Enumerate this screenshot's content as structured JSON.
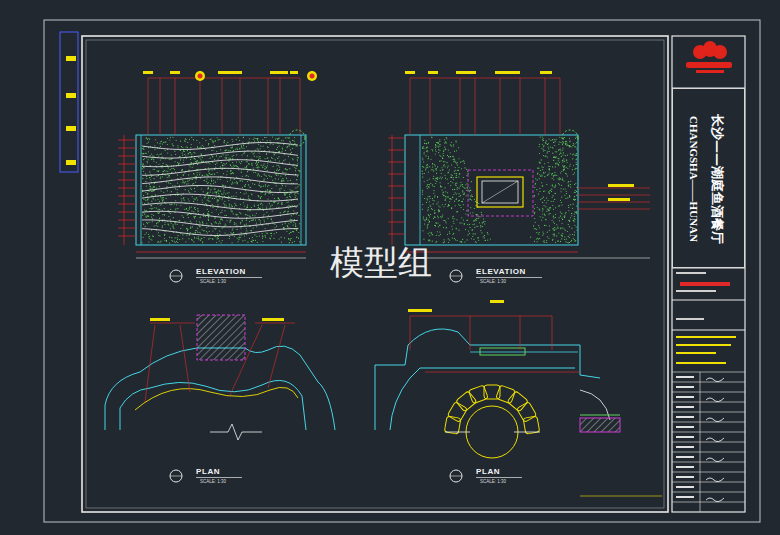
{
  "diagram": {
    "nodes": [
      {
        "text": [
          "CHANGSHA——HUNAN",
          "长沙——潮庭鱼酒餐厅"
        ]
      }
    ],
    "labels": [
      "模型组",
      "ELEVATION",
      "SCALE: 1:30",
      "ELEVATION",
      "SCALE: 1:30",
      "PLAN",
      "SCALE: 1:30",
      "PLAN",
      "SCALE: 1:30"
    ]
  }
}
